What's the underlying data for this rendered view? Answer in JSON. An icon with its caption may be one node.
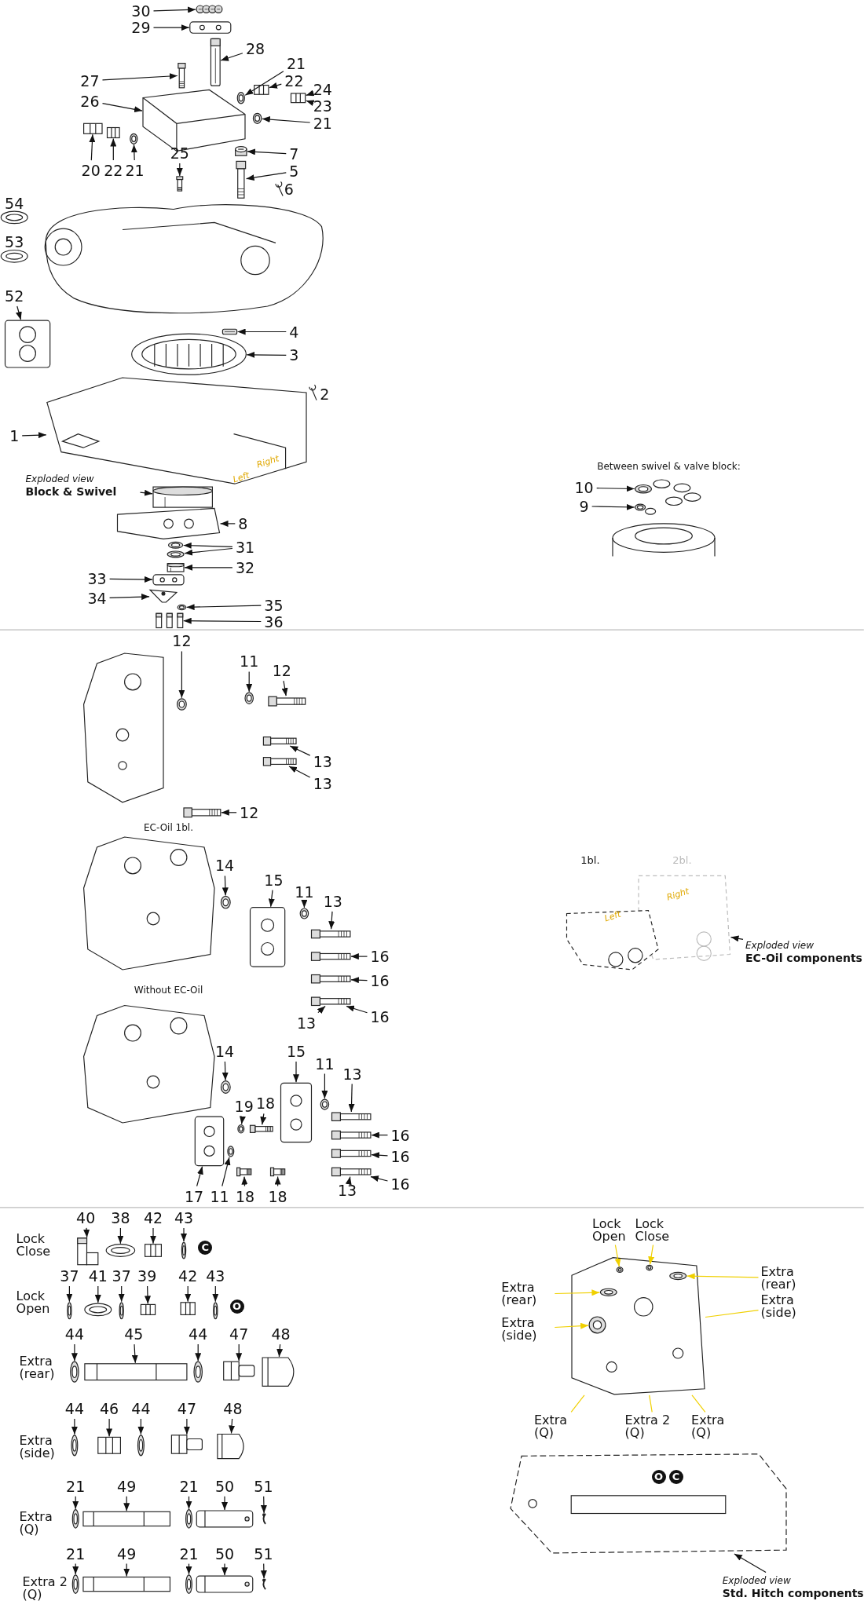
{
  "diagram": {
    "nodes": [
      {
        "text": [
          "30"
        ]
      },
      {
        "text": [
          "29"
        ]
      },
      {
        "text": [
          "28"
        ]
      },
      {
        "text": [
          "27"
        ]
      },
      {
        "text": [
          "26"
        ]
      },
      {
        "text": [
          "21"
        ]
      },
      {
        "text": [
          "22"
        ]
      },
      {
        "text": [
          "24"
        ]
      },
      {
        "text": [
          "23"
        ]
      },
      {
        "text": [
          "21"
        ]
      },
      {
        "text": [
          "20"
        ]
      },
      {
        "text": [
          "22"
        ]
      },
      {
        "text": [
          "21"
        ]
      },
      {
        "text": [
          "25"
        ]
      },
      {
        "text": [
          "7"
        ]
      },
      {
        "text": [
          "5"
        ]
      },
      {
        "text": [
          "52"
        ]
      },
      {
        "text": [
          "4"
        ]
      },
      {
        "text": [
          "3"
        ]
      },
      {
        "text": [
          "1"
        ]
      },
      {
        "text": [
          "Exploded view",
          "Block & Swivel"
        ]
      },
      {
        "text": [
          "8"
        ]
      },
      {
        "text": [
          "31"
        ]
      },
      {
        "text": [
          "32"
        ]
      },
      {
        "text": [
          "33"
        ]
      },
      {
        "text": [
          "34"
        ]
      },
      {
        "text": [
          "35"
        ]
      },
      {
        "text": [
          "36"
        ]
      },
      {
        "text": [
          "10"
        ]
      },
      {
        "text": [
          "9"
        ]
      },
      {
        "text": [
          "12"
        ]
      },
      {
        "text": [
          "11"
        ]
      },
      {
        "text": [
          "12"
        ]
      },
      {
        "text": [
          "13"
        ]
      },
      {
        "text": [
          "13"
        ]
      },
      {
        "text": [
          "12"
        ]
      },
      {
        "text": [
          "14"
        ]
      },
      {
        "text": [
          "15"
        ]
      },
      {
        "text": [
          "11"
        ]
      },
      {
        "text": [
          "13"
        ]
      },
      {
        "text": [
          "16"
        ]
      },
      {
        "text": [
          "16"
        ]
      },
      {
        "text": [
          "13"
        ]
      },
      {
        "text": [
          "16"
        ]
      },
      {
        "text": [
          "Exploded view",
          "EC-Oil components"
        ]
      },
      {
        "text": [
          "14"
        ]
      },
      {
        "text": [
          "15"
        ]
      },
      {
        "text": [
          "11"
        ]
      },
      {
        "text": [
          "13"
        ]
      },
      {
        "text": [
          "19"
        ]
      },
      {
        "text": [
          "18"
        ]
      },
      {
        "text": [
          "16"
        ]
      },
      {
        "text": [
          "16"
        ]
      },
      {
        "text": [
          "13"
        ]
      },
      {
        "text": [
          "16"
        ]
      },
      {
        "text": [
          "17"
        ]
      },
      {
        "text": [
          "11"
        ]
      },
      {
        "text": [
          "18"
        ]
      },
      {
        "text": [
          "18"
        ]
      },
      {
        "text": [
          "40"
        ]
      },
      {
        "text": [
          "38"
        ]
      },
      {
        "text": [
          "42"
        ]
      },
      {
        "text": [
          "43"
        ]
      },
      {
        "text": [
          "37"
        ]
      },
      {
        "text": [
          "41"
        ]
      },
      {
        "text": [
          "37"
        ]
      },
      {
        "text": [
          "39"
        ]
      },
      {
        "text": [
          "42"
        ]
      },
      {
        "text": [
          "43"
        ]
      },
      {
        "text": [
          "44"
        ]
      },
      {
        "text": [
          "45"
        ]
      },
      {
        "text": [
          "44"
        ]
      },
      {
        "text": [
          "47"
        ]
      },
      {
        "text": [
          "48"
        ]
      },
      {
        "text": [
          "44"
        ]
      },
      {
        "text": [
          "46"
        ]
      },
      {
        "text": [
          "44"
        ]
      },
      {
        "text": [
          "47"
        ]
      },
      {
        "text": [
          "48"
        ]
      },
      {
        "text": [
          "21"
        ]
      },
      {
        "text": [
          "49"
        ]
      },
      {
        "text": [
          "21"
        ]
      },
      {
        "text": [
          "50"
        ]
      },
      {
        "text": [
          "51"
        ]
      },
      {
        "text": [
          "21"
        ]
      },
      {
        "text": [
          "49"
        ]
      },
      {
        "text": [
          "21"
        ]
      },
      {
        "text": [
          "50"
        ]
      },
      {
        "text": [
          "51"
        ]
      },
      {
        "text": [
          "Lock Open"
        ]
      },
      {
        "text": [
          "Lock Close"
        ]
      },
      {
        "text": [
          "Extra (rear)"
        ]
      },
      {
        "text": [
          "Extra (rear)"
        ]
      },
      {
        "text": [
          "Extra (side)"
        ]
      },
      {
        "text": [
          "Extra (side)"
        ]
      },
      {
        "text": [
          "Extra (Q)"
        ]
      },
      {
        "text": [
          "Extra 2 (Q)"
        ]
      },
      {
        "text": [
          "Extra (Q)"
        ]
      },
      {
        "text": [
          "Exploded view",
          "Std. Hitch components"
        ]
      },
      {
        "text": [],
        "shape": "picture"
      },
      {
        "text": [],
        "shape": "picture"
      },
      {
        "text": [],
        "shape": "picture"
      },
      {
        "text": [],
        "shape": "picture"
      },
      {
        "text": [],
        "shape": "picture"
      },
      {
        "text": [],
        "shape": "picture"
      },
      {
        "text": [],
        "shape": "picture"
      },
      {
        "text": [],
        "shape": "picture"
      },
      {
        "text": [],
        "shape": "picture"
      },
      {
        "text": [],
        "shape": "picture"
      },
      {
        "text": [],
        "shape": "picture"
      },
      {
        "text": [],
        "shape": "picture"
      },
      {
        "text": [],
        "shape": "picture"
      },
      {
        "text": [],
        "shape": "picture"
      },
      {
        "text": [],
        "shape": "picture"
      },
      {
        "text": [],
        "shape": "picture"
      },
      {
        "text": [],
        "shape": "picture"
      },
      {
        "text": [],
        "shape": "picture"
      },
      {
        "text": [],
        "shape": "picture"
      },
      {
        "text": [],
        "shape": "picture"
      },
      {
        "text": [],
        "shape": "picture"
      },
      {
        "text": [],
        "shape": "picture"
      },
      {
        "text": [],
        "shape": "picture"
      },
      {
        "text": [],
        "shape": "picture"
      },
      {
        "text": [],
        "shape": "picture"
      },
      {
        "text": [],
        "shape": "picture"
      },
      {
        "text": [],
        "shape": "picture"
      },
      {
        "text": [],
        "shape": "picture"
      },
      {
        "text": [],
        "shape": "picture"
      },
      {
        "text": [],
        "shape": "picture"
      },
      {
        "text": [],
        "shape": "picture"
      },
      {
        "text": [],
        "shape": "picture"
      },
      {
        "text": [],
        "shape": "picture"
      },
      {
        "text": [],
        "shape": "picture"
      },
      {
        "text": [],
        "shape": "picture"
      },
      {
        "text": [],
        "shape": "picture"
      },
      {
        "text": [],
        "shape": "picture"
      },
      {
        "text": [],
        "shape": "picture"
      },
      {
        "text": [],
        "shape": "picture"
      },
      {
        "text": [],
        "shape": "picture"
      },
      {
        "text": [],
        "shape": "picture"
      },
      {
        "text": [],
        "shape": "picture"
      },
      {
        "text": [],
        "shape": "picture"
      },
      {
        "text": [],
        "shape": "picture",
        "beside": [
          "2bl.",
          "1bl."
        ]
      },
      {
        "text": [],
        "shape": "picture"
      },
      {
        "text": [],
        "shape": "picture"
      },
      {
        "text": [],
        "shape": "picture"
      },
      {
        "text": [],
        "shape": "picture"
      },
      {
        "text": [],
        "shape": "picture"
      },
      {
        "text": [],
        "shape": "picture"
      },
      {
        "text": [],
        "shape": "picture"
      },
      {
        "text": [],
        "shape": "picture"
      },
      {
        "text": [],
        "shape": "picture"
      },
      {
        "text": [],
        "shape": "picture"
      },
      {
        "text": [],
        "shape": "picture"
      },
      {
        "text": [],
        "shape": "picture"
      },
      {
        "text": [],
        "shape": "picture"
      },
      {
        "text": [],
        "shape": "picture"
      },
      {
        "text": [],
        "shape": "picture"
      },
      {
        "text": [],
        "shape": "picture"
      },
      {
        "text": [],
        "shape": "picture"
      },
      {
        "text": [],
        "shape": "picture"
      },
      {
        "text": [],
        "shape": "picture"
      },
      {
        "text": [],
        "shape": "picture"
      },
      {
        "text": [],
        "shape": "picture"
      },
      {
        "text": [],
        "shape": "picture"
      },
      {
        "text": [],
        "shape": "picture"
      },
      {
        "text": [],
        "shape": "picture"
      },
      {
        "text": [],
        "shape": "picture"
      },
      {
        "text": [],
        "shape": "picture"
      },
      {
        "text": [],
        "shape": "picture"
      },
      {
        "text": [],
        "shape": "picture"
      },
      {
        "text": [],
        "shape": "picture"
      },
      {
        "text": [],
        "shape": "picture"
      },
      {
        "text": [],
        "shape": "picture"
      },
      {
        "text": [],
        "shape": "picture"
      },
      {
        "text": [],
        "shape": "picture"
      },
      {
        "text": [],
        "shape": "picture"
      },
      {
        "text": [],
        "shape": "picture"
      },
      {
        "text": [],
        "shape": "picture"
      },
      {
        "text": [],
        "shape": "picture"
      },
      {
        "text": [],
        "shape": "picture"
      },
      {
        "text": [],
        "shape": "picture"
      },
      {
        "text": [],
        "shape": "picture"
      },
      {
        "text": [],
        "shape": "picture"
      },
      {
        "text": [],
        "shape": "picture"
      },
      {
        "text": [],
        "shape": "picture"
      },
      {
        "text": [],
        "shape": "picture"
      },
      {
        "text": [],
        "shape": "picture",
        "in": 186
      },
      {
        "text": [],
        "shape": "picture",
        "in": 186
      },
      {
        "text": [],
        "shape": "picture",
        "in": 186
      },
      {
        "text": [],
        "shape": "picture",
        "in": 186
      },
      {
        "text": [],
        "shape": "picture",
        "in": 186
      },
      {
        "text": [],
        "shape": "picture"
      }
    ],
    "edges": [
      {
        "from": 0,
        "to": 99,
        "arrow": "to"
      },
      {
        "from": 1,
        "to": 100,
        "arrow": "to"
      },
      {
        "from": 2,
        "to": 101,
        "arrow": "to"
      },
      {
        "from": 3,
        "to": 102,
        "arrow": "to"
      },
      {
        "from": 4,
        "to": 103,
        "arrow": "to"
      },
      {
        "from": 5,
        "to": 104,
        "arrow": "to"
      },
      {
        "from": 6,
        "to": 105,
        "arrow": "to"
      },
      {
        "from": 7,
        "to": 106,
        "arrow": "to"
      },
      {
        "from": 8,
        "to": 106,
        "arrow": "to"
      },
      {
        "from": 9,
        "to": 107,
        "arrow": "to"
      },
      {
        "from": 10,
        "to": 108,
        "arrow": "to"
      },
      {
        "from": 11,
        "to": 109,
        "arrow": "to"
      },
      {
        "from": 12,
        "to": 110,
        "arrow": "to"
      },
      {
        "from": 13,
        "to": 111,
        "arrow": "to"
      },
      {
        "from": 14,
        "to": 112,
        "arrow": "to"
      },
      {
        "from": 15,
        "to": 113,
        "arrow": "to"
      },
      {
        "from": 16,
        "to": 114,
        "arrow": "to"
      },
      {
        "from": 17,
        "to": 115,
        "arrow": "to"
      },
      {
        "from": 18,
        "to": 116,
        "arrow": "to"
      },
      {
        "from": 19,
        "to": 117,
        "arrow": "to"
      },
      {
        "from": 20,
        "to": 118,
        "arrow": "to"
      },
      {
        "from": 21,
        "to": 119,
        "arrow": "to"
      },
      {
        "from": 22,
        "to": 120,
        "arrow": "to"
      },
      {
        "from": 22,
        "to": 121,
        "arrow": "to"
      },
      {
        "from": 23,
        "to": 122,
        "arrow": "to"
      },
      {
        "from": 24,
        "to": 123,
        "arrow": "to"
      },
      {
        "from": 25,
        "to": 124,
        "arrow": "to"
      },
      {
        "from": 26,
        "to": 125,
        "arrow": "to"
      },
      {
        "from": 27,
        "to": 126,
        "arrow": "to"
      },
      {
        "from": 28,
        "to": 127,
        "arrow": "to"
      },
      {
        "from": 29,
        "to": 128,
        "arrow": "to"
      },
      {
        "from": 30,
        "to": 129,
        "arrow": "to"
      },
      {
        "from": 31,
        "to": 130,
        "arrow": "to"
      },
      {
        "from": 32,
        "to": 131,
        "arrow": "to"
      },
      {
        "from": 33,
        "to": 132,
        "arrow": "to"
      },
      {
        "from": 34,
        "to": 133,
        "arrow": "to"
      },
      {
        "from": 35,
        "to": 134,
        "arrow": "to"
      },
      {
        "from": 36,
        "to": 135,
        "arrow": "to"
      },
      {
        "from": 37,
        "to": 136,
        "arrow": "to"
      },
      {
        "from": 38,
        "to": 137,
        "arrow": "to"
      },
      {
        "from": 39,
        "to": 138,
        "arrow": "to"
      },
      {
        "from": 40,
        "to": 139,
        "arrow": "to"
      },
      {
        "from": 41,
        "to": 140,
        "arrow": "to"
      },
      {
        "from": 42,
        "to": 141,
        "arrow": "to"
      },
      {
        "from": 43,
        "to": 141,
        "arrow": "to"
      },
      {
        "from": 44,
        "to": 142,
        "arrow": "to"
      },
      {
        "from": 45,
        "to": 143,
        "arrow": "to"
      },
      {
        "from": 46,
        "to": 144,
        "arrow": "to"
      },
      {
        "from": 47,
        "to": 145,
        "arrow": "to"
      },
      {
        "from": 48,
        "to": 146,
        "arrow": "to"
      },
      {
        "from": 49,
        "to": 147,
        "arrow": "to"
      },
      {
        "from": 50,
        "to": 148,
        "arrow": "to"
      },
      {
        "from": 51,
        "to": 149,
        "arrow": "to"
      },
      {
        "from": 52,
        "to": 150,
        "arrow": "to"
      },
      {
        "from": 53,
        "to": 151,
        "arrow": "to"
      },
      {
        "from": 54,
        "to": 151,
        "arrow": "to"
      },
      {
        "from": 55,
        "to": 152,
        "arrow": "to"
      },
      {
        "from": 56,
        "to": 153,
        "arrow": "to"
      },
      {
        "from": 57,
        "to": 154,
        "arrow": "to"
      },
      {
        "from": 58,
        "to": 155,
        "arrow": "to"
      },
      {
        "from": 59,
        "to": 156,
        "arrow": "to"
      },
      {
        "from": 60,
        "to": 157,
        "arrow": "to"
      },
      {
        "from": 61,
        "to": 158,
        "arrow": "to"
      },
      {
        "from": 62,
        "to": 159,
        "arrow": "to"
      },
      {
        "from": 63,
        "to": 160,
        "arrow": "to"
      },
      {
        "from": 64,
        "to": 161,
        "arrow": "to"
      },
      {
        "from": 65,
        "to": 162,
        "arrow": "to"
      },
      {
        "from": 66,
        "to": 163,
        "arrow": "to"
      },
      {
        "from": 67,
        "to": 164,
        "arrow": "to"
      },
      {
        "from": 68,
        "to": 165,
        "arrow": "to"
      },
      {
        "from": 69,
        "to": 166,
        "arrow": "to"
      },
      {
        "from": 70,
        "to": 167,
        "arrow": "to"
      },
      {
        "from": 71,
        "to": 168,
        "arrow": "to"
      },
      {
        "from": 72,
        "to": 169,
        "arrow": "to"
      },
      {
        "from": 73,
        "to": 170,
        "arrow": "to"
      },
      {
        "from": 74,
        "to": 171,
        "arrow": "to"
      },
      {
        "from": 75,
        "to": 172,
        "arrow": "to"
      },
      {
        "from": 76,
        "to": 173,
        "arrow": "to"
      },
      {
        "from": 77,
        "to": 174,
        "arrow": "to"
      },
      {
        "from": 78,
        "to": 175,
        "arrow": "to"
      },
      {
        "from": 79,
        "to": 176,
        "arrow": "to"
      },
      {
        "from": 80,
        "to": 177,
        "arrow": "to"
      },
      {
        "from": 81,
        "to": 178,
        "arrow": "to"
      },
      {
        "from": 82,
        "to": 179,
        "arrow": "to"
      },
      {
        "from": 83,
        "to": 180,
        "arrow": "to"
      },
      {
        "from": 84,
        "to": 181,
        "arrow": "to"
      },
      {
        "from": 85,
        "to": 182,
        "arrow": "to"
      },
      {
        "from": 86,
        "to": 183,
        "arrow": "to"
      },
      {
        "from": 87,
        "to": 184,
        "arrow": "to"
      },
      {
        "from": 88,
        "to": 185,
        "arrow": "to"
      },
      {
        "from": 89,
        "to": 187,
        "arrow": "to",
        "color": "#f0d000"
      },
      {
        "from": 90,
        "to": 188,
        "arrow": "to",
        "color": "#f0d000"
      },
      {
        "from": 91,
        "to": 189,
        "arrow": "to",
        "color": "#f0d000"
      },
      {
        "from": 92,
        "to": 190,
        "arrow": "to",
        "color": "#f0d000"
      },
      {
        "from": 93,
        "to": 186,
        "arrow": "none",
        "color": "#f0d000"
      },
      {
        "from": 94,
        "to": 191,
        "arrow": "to",
        "color": "#f0d000"
      },
      {
        "from": 95,
        "to": 186,
        "arrow": "none",
        "color": "#f0d000"
      },
      {
        "from": 96,
        "to": 186,
        "arrow": "none",
        "color": "#f0d000"
      },
      {
        "from": 97,
        "to": 186,
        "arrow": "none",
        "color": "#f0d000"
      },
      {
        "from": 98,
        "to": 192,
        "arrow": "to"
      }
    ],
    "labels": [
      "6",
      "54",
      "53",
      "2",
      "Right",
      "Between swivel & valve block:",
      "Left",
      "EC-Oil 1bl.",
      "Right",
      "Left",
      "Without EC-Oil",
      "Lock Close",
      "C",
      "Lock Open",
      "O",
      "Extra (rear)",
      "Extra (side)",
      "Extra (Q)",
      "O",
      "C",
      "Extra 2 (Q)"
    ]
  }
}
